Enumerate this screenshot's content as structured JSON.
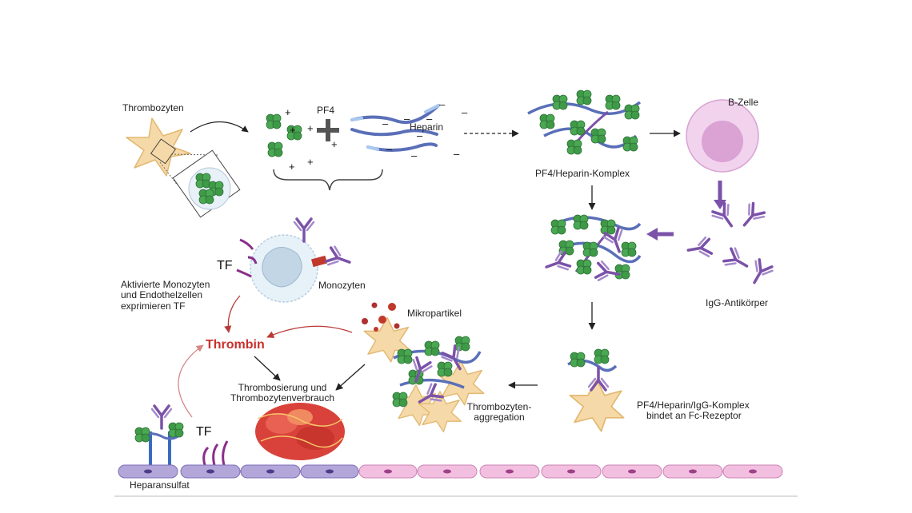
{
  "labels": {
    "thrombozyten": "Thrombozyten",
    "pf4": "PF4",
    "heparin": "Heparin",
    "pf4_heparin_komplex": "PF4/Heparin-Komplex",
    "b_zelle": "B-Zelle",
    "igg_antikoerper": "IgG-Antikörper",
    "monozyten": "Monozyten",
    "tf_monocyte": "TF",
    "aktivierte_line1": "Aktivierte Monozyten",
    "aktivierte_line2": "und Endothelzellen",
    "aktivierte_line3": "exprimieren TF",
    "mikropartikel": "Mikropartikel",
    "thrombin": "Thrombin",
    "thrombosierung_line1": "Thrombosierung und",
    "thrombosierung_line2": "Thrombozytenverbrauch",
    "aggregation_line1": "Thrombozyten-",
    "aggregation_line2": "aggregation",
    "fc_line1": "PF4/Heparin/IgG-Komplex",
    "fc_line2": "bindet an Fc-Rezeptor",
    "tf_endothel": "TF",
    "heparansulfat": "Heparansulfat",
    "plus": "+",
    "minus": "–"
  },
  "colors": {
    "platelet": "#f6d9a8",
    "platelet_edge": "#e2b870",
    "pf4_green": "#3f9a48",
    "heparin_blue": "#5a6fb8",
    "antibody_purple": "#7b52a8",
    "b_cell": "#f1d3ee",
    "endothel_purple": "#b3a6d9",
    "endothel_pink": "#f3bfe0",
    "thrombin_red": "#c8312c",
    "thrombus_red": "#d9423a"
  }
}
